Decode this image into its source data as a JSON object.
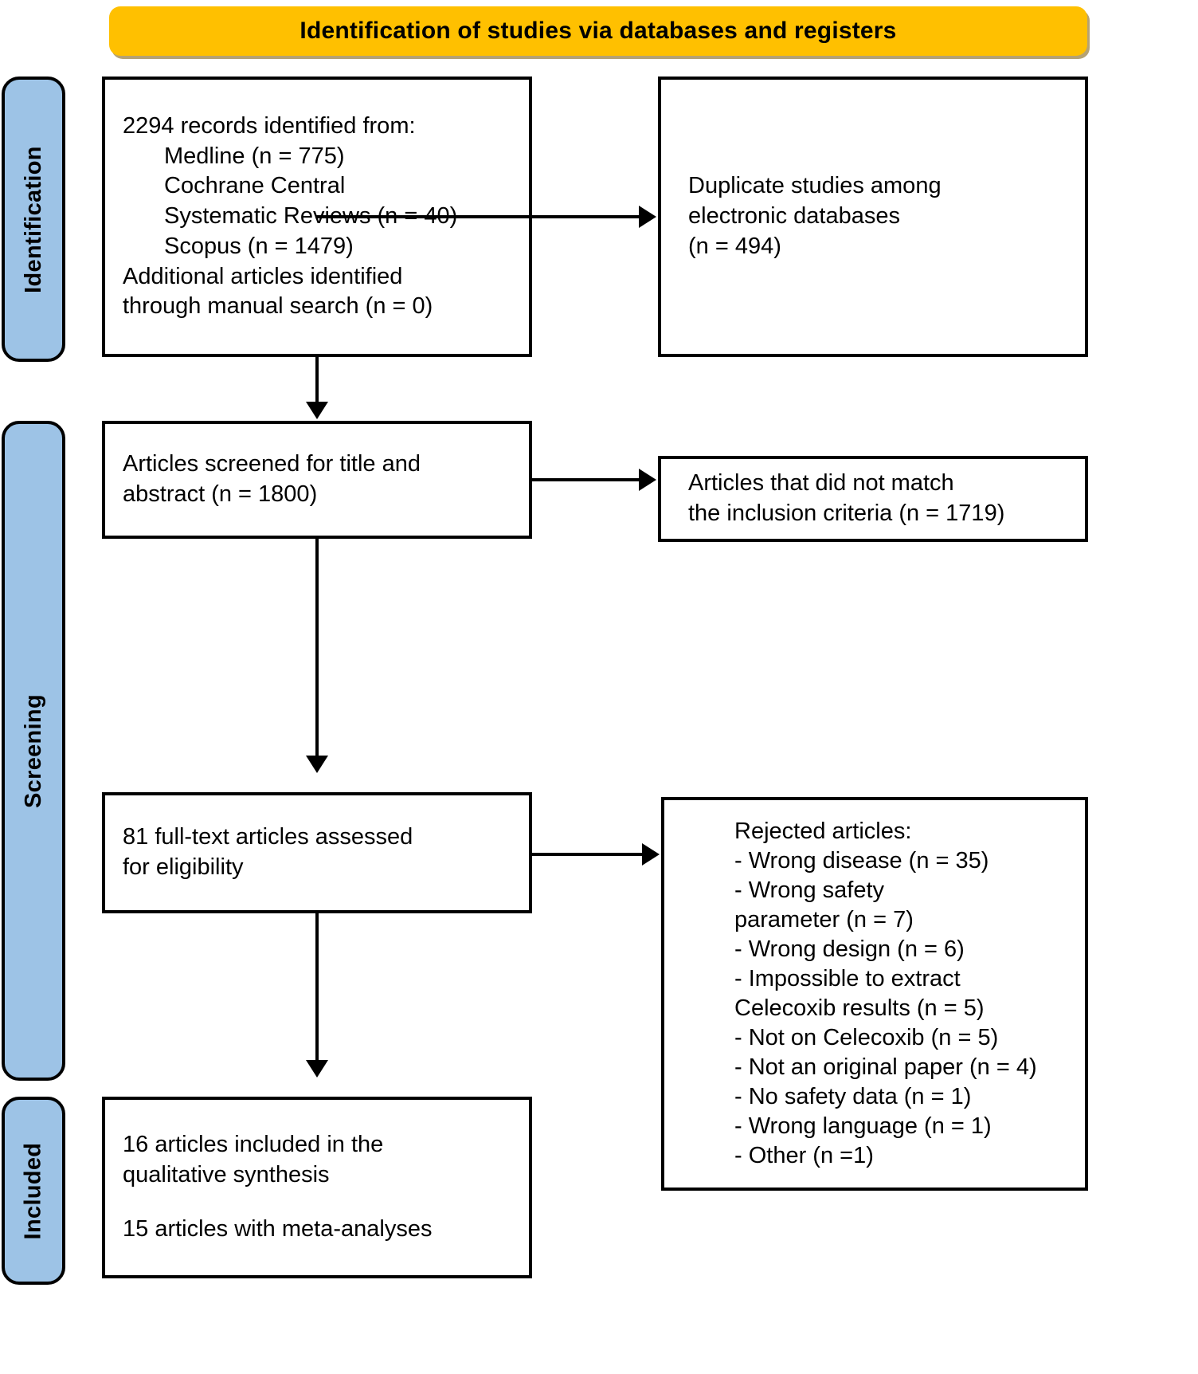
{
  "banner": {
    "title": "Identification of studies via databases and registers"
  },
  "stages": [
    {
      "id": "identification",
      "label": "Identification"
    },
    {
      "id": "screening",
      "label": "Screening"
    },
    {
      "id": "included",
      "label": "Included"
    }
  ],
  "boxes": {
    "identified": {
      "lines": [
        {
          "text": "2294 records identified from:",
          "indent": false
        },
        {
          "text": "Medline (n = 775)",
          "indent": true
        },
        {
          "text": "Cochrane Central",
          "indent": true
        },
        {
          "text": "Systematic Reviews (n = 40)",
          "indent": true
        },
        {
          "text": "Scopus (n = 1479)",
          "indent": true
        },
        {
          "text": "Additional articles identified",
          "indent": false
        },
        {
          "text": "through manual search (n = 0)",
          "indent": false
        }
      ]
    },
    "duplicates": {
      "lines": [
        {
          "text": "Duplicate studies among",
          "indent": false
        },
        {
          "text": "electronic databases",
          "indent": false
        },
        {
          "text": "(n = 494)",
          "indent": false
        }
      ]
    },
    "screened": {
      "lines": [
        {
          "text": "Articles screened for title and",
          "indent": false
        },
        {
          "text": "abstract (n = 1800)",
          "indent": false
        }
      ]
    },
    "not_match": {
      "lines": [
        {
          "text": "Articles that did not match",
          "indent": false
        },
        {
          "text": "the inclusion criteria (n = 1719)",
          "indent": false
        }
      ]
    },
    "fulltext": {
      "lines": [
        {
          "text": "81 full-text articles assessed",
          "indent": false
        },
        {
          "text": "for eligibility",
          "indent": false
        }
      ]
    },
    "rejected": {
      "lines": [
        {
          "text": "Rejected articles:",
          "indent": false
        },
        {
          "text": "- Wrong disease (n = 35)",
          "indent": false
        },
        {
          "text": "- Wrong safety",
          "indent": false
        },
        {
          "text": "parameter (n = 7)",
          "indent": false
        },
        {
          "text": "- Wrong design (n = 6)",
          "indent": false
        },
        {
          "text": "- Impossible to extract",
          "indent": false
        },
        {
          "text": "Celecoxib results (n = 5)",
          "indent": false
        },
        {
          "text": "- Not on Celecoxib (n = 5)",
          "indent": false
        },
        {
          "text": "- Not an original paper (n = 4)",
          "indent": false
        },
        {
          "text": "- No safety data (n = 1)",
          "indent": false
        },
        {
          "text": "- Wrong language (n = 1)",
          "indent": false
        },
        {
          "text": "- Other (n =1)",
          "indent": false
        }
      ]
    },
    "included": {
      "lines": [
        {
          "text": "16 articles included in the",
          "indent": false
        },
        {
          "text": "qualitative synthesis",
          "indent": false
        },
        {
          "text": "",
          "indent": false
        },
        {
          "text": "15 articles with meta-analyses",
          "indent": false
        }
      ]
    }
  },
  "colors": {
    "banner_fill": "#FFC000",
    "stage_fill": "#9DC3E6",
    "box_stroke": "#000000",
    "box_fill": "#FFFFFF"
  }
}
